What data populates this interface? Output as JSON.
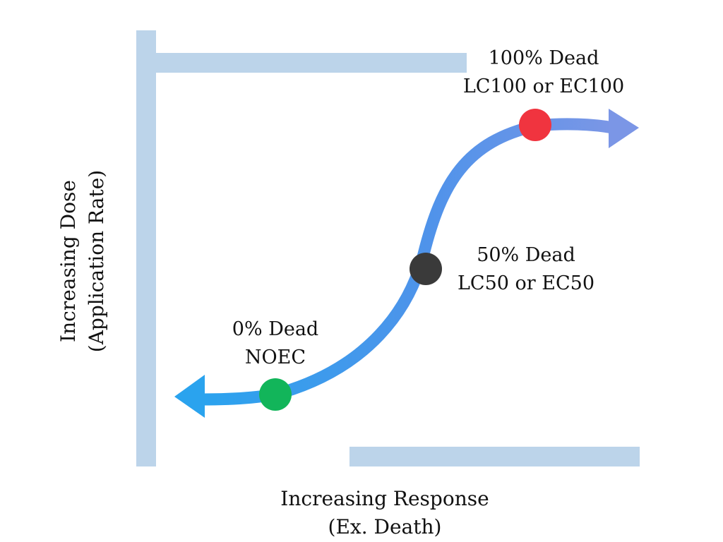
{
  "axes": {
    "y_label_line1": "Increasing Dose",
    "y_label_line2": "(Application Rate)",
    "x_label_line1": "Increasing Response",
    "x_label_line2": "(Ex. Death)"
  },
  "points": [
    {
      "id": "noec",
      "line1": "0% Dead",
      "line2": "NOEC",
      "color": "#12b55a"
    },
    {
      "id": "lc50",
      "line1": "50% Dead",
      "line2": "LC50 or EC50",
      "color": "#3a3a3a"
    },
    {
      "id": "lc100",
      "line1": "100% Dead",
      "line2": "LC100 or EC100",
      "color": "#f0343f"
    }
  ],
  "colors": {
    "axis_bars": "#bcd4ea",
    "curve_start": "#2aa3ee",
    "curve_mid": "#4f93ea",
    "curve_end": "#7b96e6"
  }
}
